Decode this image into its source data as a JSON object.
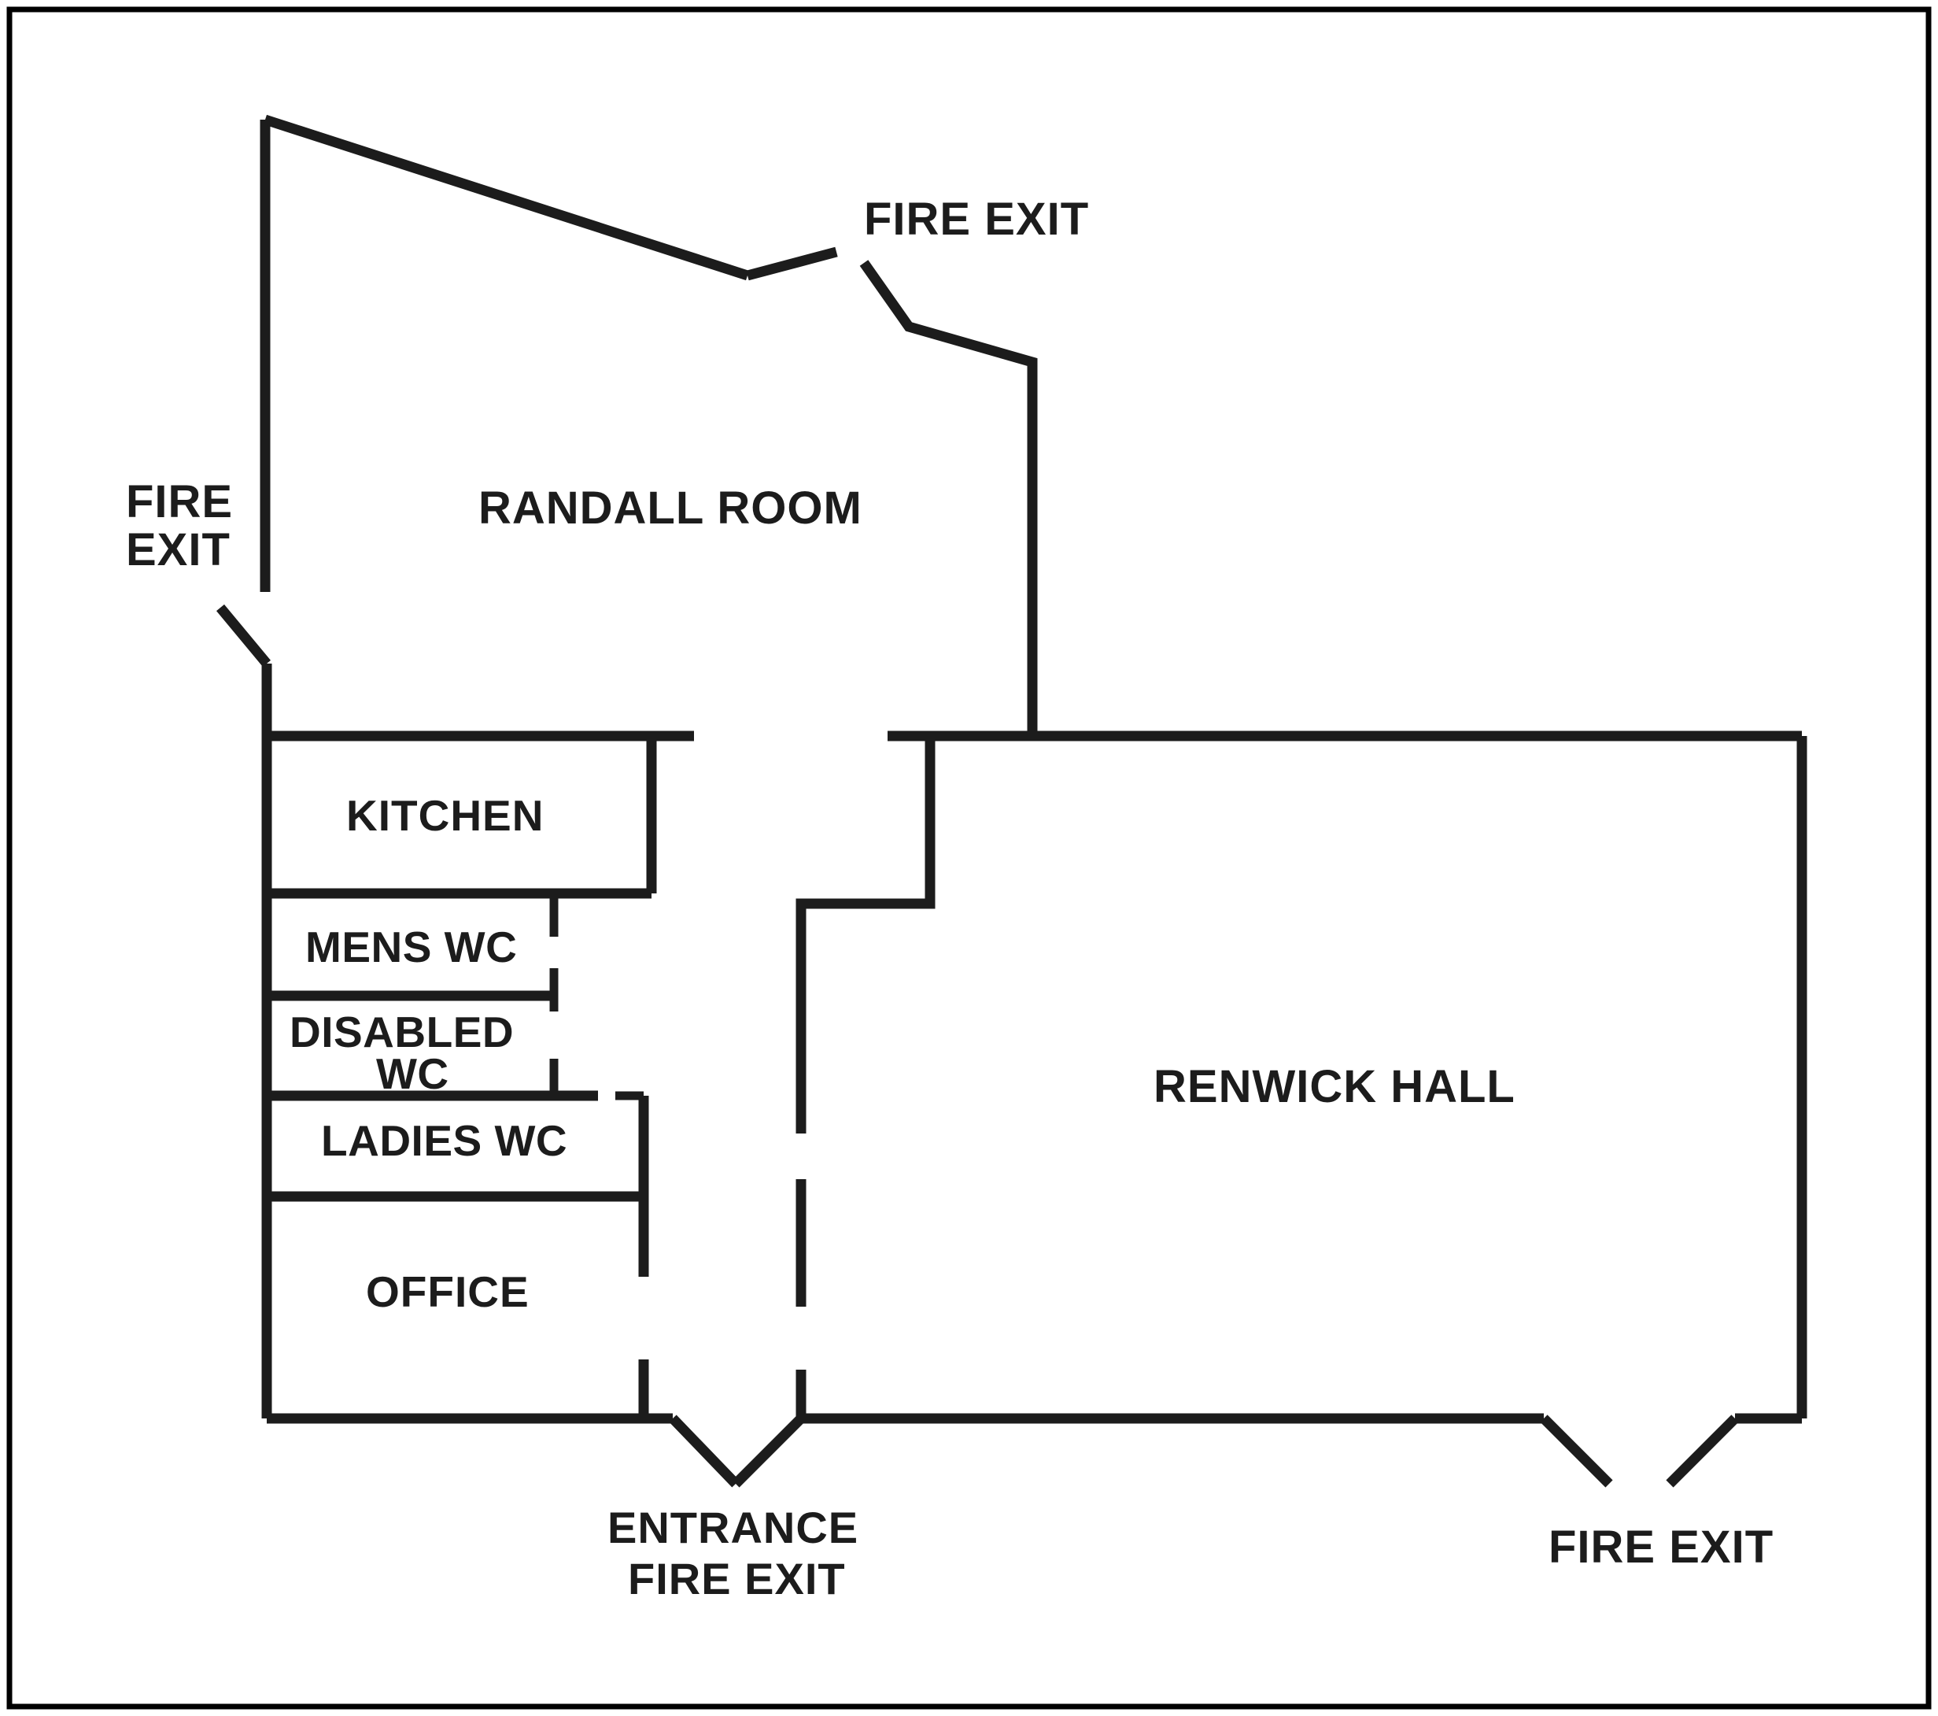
{
  "document": {
    "type": "floor-plan",
    "title": "Building Floor Plan",
    "background_color": "#ffffff",
    "line_color": "#1c1c1c",
    "border_color": "#000000"
  },
  "rooms": {
    "randall_room": "RANDALL ROOM",
    "renwick_hall": "RENWICK HALL",
    "kitchen": "KITCHEN",
    "mens_wc": "MENS WC",
    "disabled_wc_line1": "DISABLED",
    "disabled_wc_line2": "WC",
    "ladies_wc": "LADIES WC",
    "office": "OFFICE"
  },
  "exits": {
    "top_fire_exit": "FIRE EXIT",
    "left_fire_exit_line1": "FIRE",
    "left_fire_exit_line2": "EXIT",
    "entrance_line1": "ENTRANCE",
    "entrance_line2": "FIRE EXIT",
    "right_fire_exit": "FIRE EXIT"
  }
}
